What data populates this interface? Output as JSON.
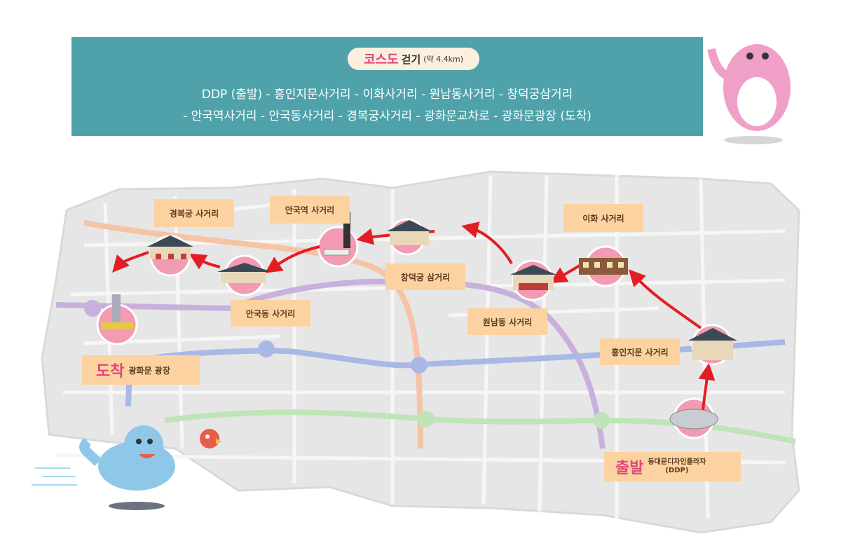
{
  "header": {
    "course_title": "코스도",
    "walk_label": "걷기",
    "distance": "(약 4.4km)",
    "route_line1": "DDP (출발) - 흥인지문사거리 - 이화사거리 - 원남동사거리 - 창덕궁삼거리",
    "route_line2": "- 안국역사거리 - 안국동사거리 - 경복궁사거리 - 광화문교차로 - 광화문광장 (도착)"
  },
  "labels": {
    "gyeongbokgung": "경복궁 사거리",
    "anguk_station": "안국역 사거리",
    "ihwa": "이화 사거리",
    "changdeokgung": "창덕궁 삼거리",
    "angukdong": "안국동 사거리",
    "wonnamdong": "원남동 사거리",
    "heunginjimun": "흥인지문 사거리",
    "arrival_big": "도착",
    "arrival_place": "광화문 광장",
    "start_big": "출발",
    "start_place": "동대문디자인플라자",
    "start_place_abbr": "(DDP)"
  },
  "colors": {
    "banner": "#4fa2aa",
    "accent_pink": "#e0457b",
    "label_bg": "#fcd3a0",
    "marker": "#f29bb2",
    "arrow": "#e41d25",
    "line_blue": "#a9b8e4",
    "line_purple": "#c9b0dc",
    "line_green": "#bfe4b8",
    "line_orange": "#f6c3a5"
  },
  "icons": [
    "monster-mascot-icon",
    "dino-mascot-icon",
    "bird-mascot-icon",
    "palace-gate-icon",
    "statue-icon",
    "ddp-building-icon",
    "subway-sign-icon"
  ]
}
